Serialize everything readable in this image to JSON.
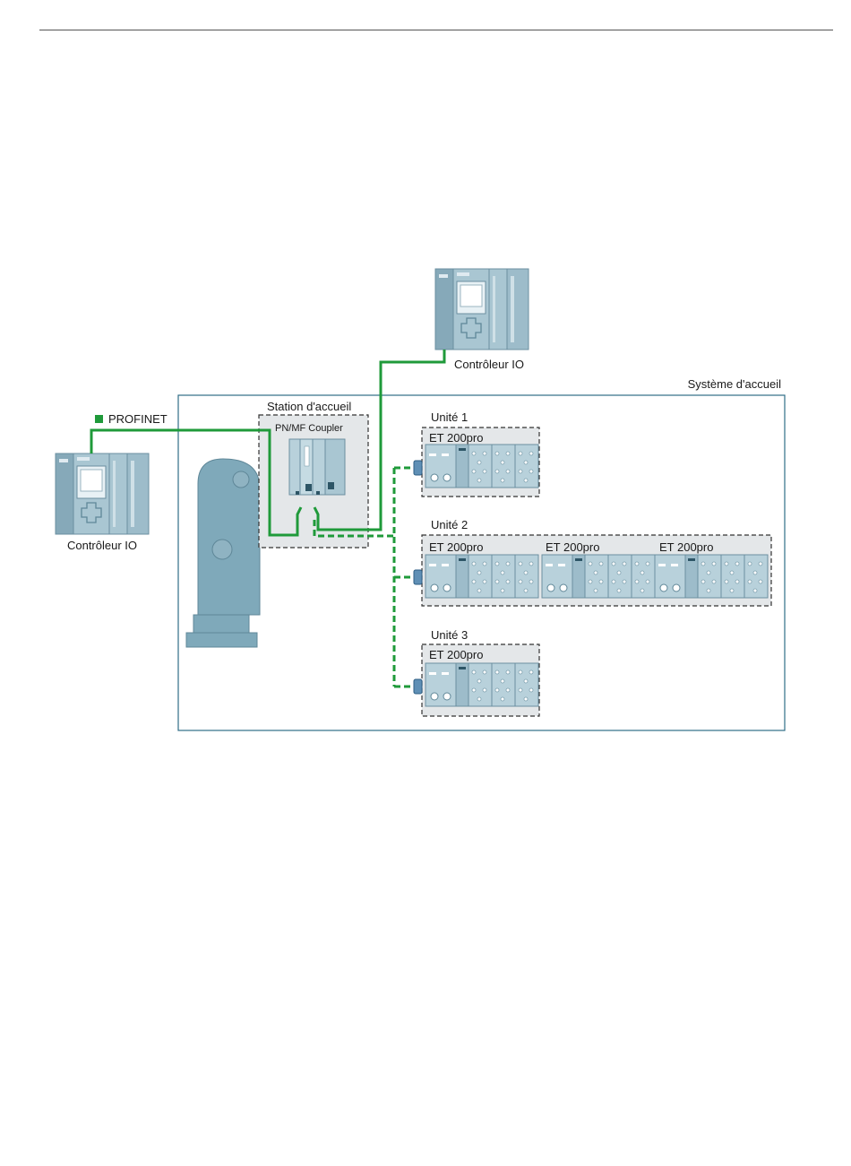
{
  "diagram": {
    "controller_top_label": "Contrôleur IO",
    "controller_left_label": "Contrôleur IO",
    "legend_label": "PROFINET",
    "home_system_label": "Système d'accueil",
    "home_station_label": "Station d'accueil",
    "coupler_label": "PN/MF Coupler",
    "units": [
      {
        "label": "Unité 1",
        "devices": [
          "ET 200pro"
        ]
      },
      {
        "label": "Unité 2",
        "devices": [
          "ET 200pro",
          "ET 200pro",
          "ET 200pro"
        ]
      },
      {
        "label": "Unité 3",
        "devices": [
          "ET 200pro"
        ]
      }
    ],
    "colors": {
      "profinet": "#1f9a3a",
      "device_fill": "#8fb3c2",
      "device_dark": "#5f8798",
      "robot": "#7fa9ba",
      "frame": "#2f6d87"
    }
  }
}
